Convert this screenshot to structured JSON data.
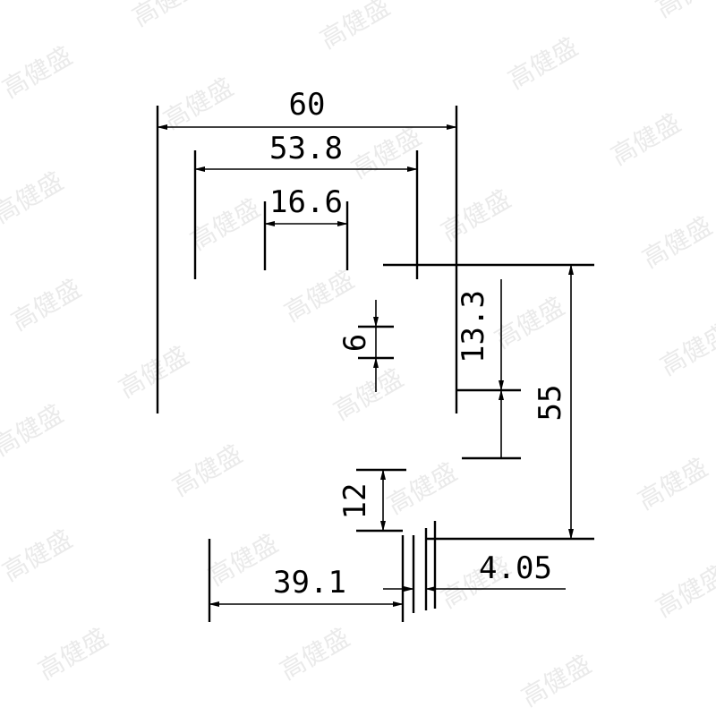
{
  "watermark": {
    "text": "高健盛",
    "color": "#d9d9d9"
  },
  "dimensions": {
    "width_60": "60",
    "width_53_8": "53.8",
    "width_16_6": "16.6",
    "gap_6": "6",
    "height_13_3": "13.3",
    "height_55": "55",
    "height_12": "12",
    "width_39_1": "39.1",
    "width_4_05": "4.05"
  },
  "line_color": "#000000"
}
